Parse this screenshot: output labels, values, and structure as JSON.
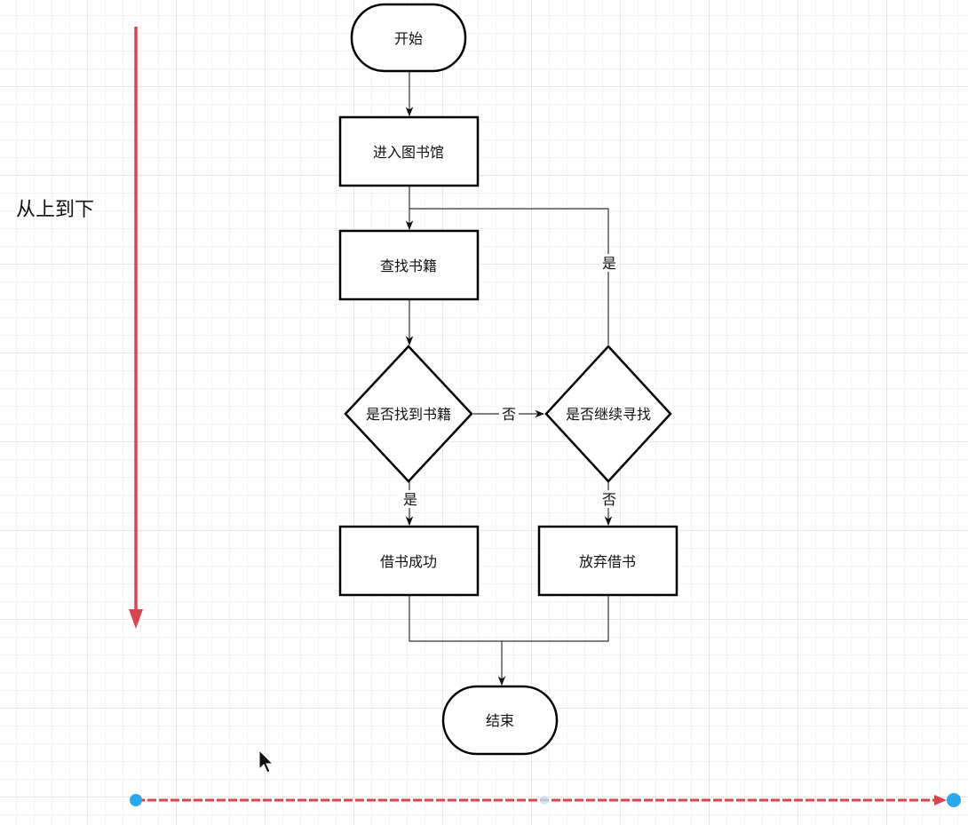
{
  "colors": {
    "guide_arrow": "#d64550",
    "handle": "#29a8ec",
    "edge": "#333333",
    "shape_stroke": "#000000"
  },
  "guide": {
    "direction_label": "从上到下"
  },
  "nodes": {
    "start": "开始",
    "enter_library": "进入图书馆",
    "search_books": "查找书籍",
    "found_decision": "是否找到书籍",
    "continue_decision": "是否继续寻找",
    "borrow_success": "借书成功",
    "give_up": "放弃借书",
    "end": "结束"
  },
  "edge_labels": {
    "found_no": "否",
    "found_yes": "是",
    "continue_yes": "是",
    "continue_no": "否"
  },
  "icons": {
    "cursor": "mouse-pointer-icon"
  }
}
